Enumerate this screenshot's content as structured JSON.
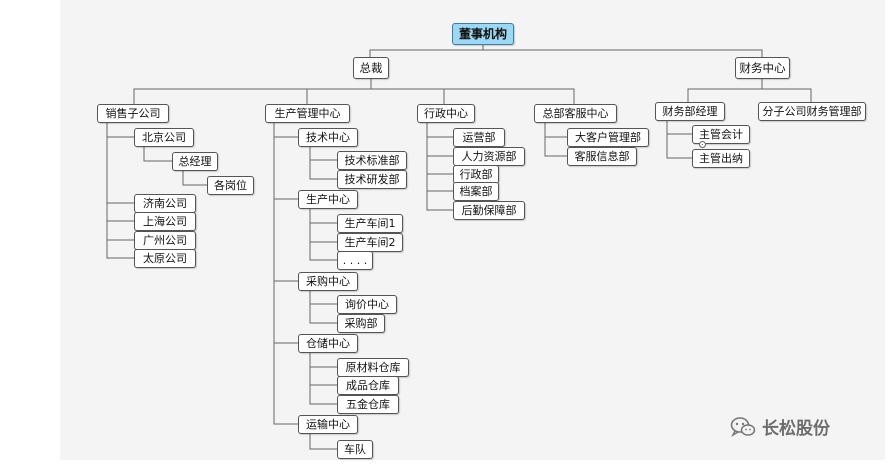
{
  "nodes": {
    "board": "董事机构",
    "president": "总裁",
    "finance_center": "财务中心",
    "sales_sub": "销售子公司",
    "beijing": "北京公司",
    "general_manager": "总经理",
    "each_post": "各岗位",
    "jinan": "济南公司",
    "shanghai": "上海公司",
    "guangzhou": "广州公司",
    "taiyuan": "太原公司",
    "prod_mgmt": "生产管理中心",
    "tech_center": "技术中心",
    "tech_standards": "技术标准部",
    "tech_rd": "技术研发部",
    "production_center": "生产中心",
    "workshop1": "生产车间1",
    "workshop2": "生产车间2",
    "ellipsis": ". . . .",
    "purchase_center": "采购中心",
    "inquiry_center": "询价中心",
    "purchase_dept": "采购部",
    "storage_center": "仓储中心",
    "raw_material": "原材料仓库",
    "finished_goods": "成品仓库",
    "hardware_store": "五金仓库",
    "transport_center": "运输中心",
    "fleet": "车队",
    "admin_center": "行政中心",
    "operations": "运营部",
    "hr": "人力资源部",
    "admin_dept": "行政部",
    "archives": "档案部",
    "logistics": "后勤保障部",
    "hq_service": "总部客服中心",
    "key_accounts": "大客户管理部",
    "service_info": "客服信息部",
    "finance_manager": "财务部经理",
    "chief_accountant": "主管会计",
    "chief_cashier": "主管出纳",
    "branch_finance": "分子公司财务管理部"
  },
  "watermark": {
    "text": "长松股份",
    "icon": "wechat-logo-icon"
  }
}
